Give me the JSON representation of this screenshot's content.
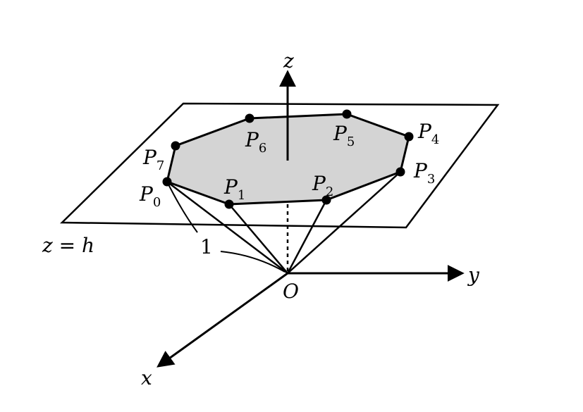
{
  "axes": {
    "x": "x",
    "y": "y",
    "z": "z",
    "origin": "O"
  },
  "plane_label": "z = h",
  "radius_label": "1",
  "points": [
    {
      "letter": "P",
      "sub": "0"
    },
    {
      "letter": "P",
      "sub": "1"
    },
    {
      "letter": "P",
      "sub": "2"
    },
    {
      "letter": "P",
      "sub": "3"
    },
    {
      "letter": "P",
      "sub": "4"
    },
    {
      "letter": "P",
      "sub": "5"
    },
    {
      "letter": "P",
      "sub": "6"
    },
    {
      "letter": "P",
      "sub": "7"
    }
  ],
  "colors": {
    "ink": "#000000",
    "polygon_fill": "#d4d4d4",
    "background": "#ffffff"
  }
}
